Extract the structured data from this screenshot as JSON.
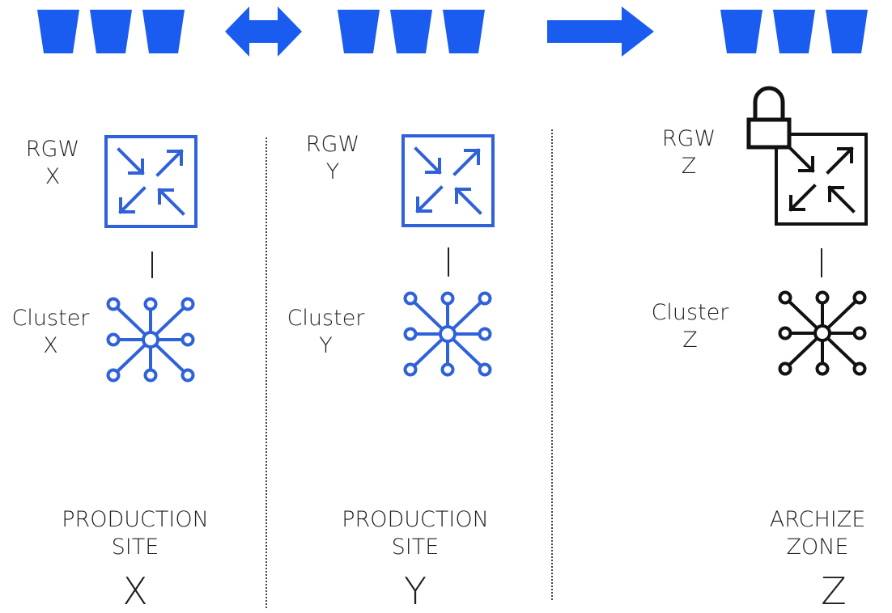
{
  "colors": {
    "blue": "#2f62d9",
    "arrow_blue": "#1a5cf0",
    "black": "#111111"
  },
  "icons": {
    "bucket": "bucket-icon",
    "gateway": "gateway-arrows-icon",
    "cluster": "cluster-network-icon",
    "lock": "lock-icon",
    "sync_arrow": "bidirectional-arrow-icon",
    "replication_arrow": "right-arrow-icon"
  },
  "sites": [
    {
      "rgw_label": "RGW",
      "rgw_id": "X",
      "cluster_label": "Cluster",
      "cluster_id": "X",
      "site_line1": "PRODUCTION",
      "site_line2": "SITE",
      "site_letter": "X",
      "color": "#2f62d9"
    },
    {
      "rgw_label": "RGW",
      "rgw_id": "Y",
      "cluster_label": "Cluster",
      "cluster_id": "Y",
      "site_line1": "PRODUCTION",
      "site_line2": "SITE",
      "site_letter": "Y",
      "color": "#2f62d9"
    },
    {
      "rgw_label": "RGW",
      "rgw_id": "Z",
      "cluster_label": "Cluster",
      "cluster_id": "Z",
      "site_line1": "ARCHIZE",
      "site_line2": "ZONE",
      "site_letter": "Z",
      "color": "#111111"
    }
  ]
}
